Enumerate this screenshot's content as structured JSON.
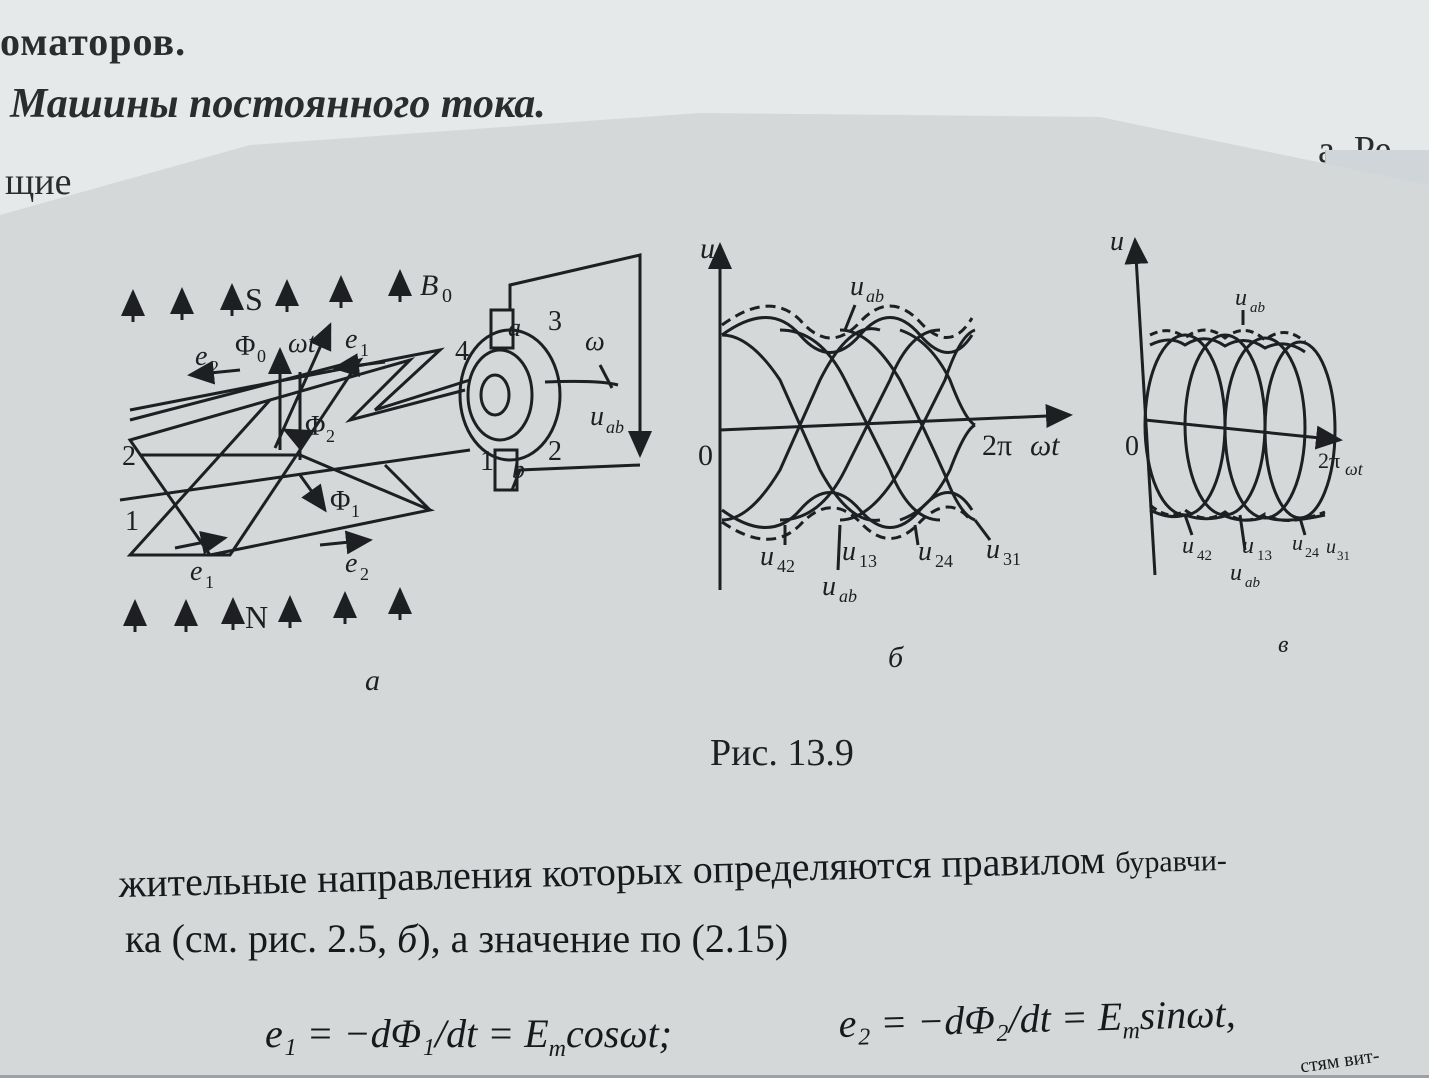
{
  "back_page": {
    "line1": "оматоров.",
    "heading": "Машины постоянного тока.",
    "line3_left": "щие",
    "line3_right": "а. Ре"
  },
  "figure": {
    "caption": "Рис. 13.9",
    "panel_a": {
      "label": "а",
      "S": "S",
      "N": "N",
      "B0": "B",
      "B0_sub": "0",
      "phi0": "Φ",
      "phi0_sub": "0",
      "omega_t": "ωt",
      "e1": "e",
      "e1_sub": "1",
      "e2": "e",
      "e2_sub": "2",
      "phi1": "Φ",
      "phi1_sub": "1",
      "phi2": "Φ",
      "phi2_sub": "2",
      "coil_1": "1",
      "coil_2": "2",
      "comm_1": "1",
      "comm_2": "2",
      "comm_3": "3",
      "comm_4": "4",
      "brush_a": "a",
      "brush_b": "b",
      "omega": "ω",
      "uab": "u",
      "uab_sub": "ab"
    },
    "panel_b": {
      "label": "б",
      "u": "u",
      "zero": "0",
      "two_pi": "2π",
      "wt": "ωt",
      "uab_top": "u",
      "uab_top_sub": "ab",
      "u42": "u",
      "u42_sub": "42",
      "u13": "u",
      "u13_sub": "13",
      "u24": "u",
      "u24_sub": "24",
      "u31": "u",
      "u31_sub": "31",
      "uab_bottom": "u",
      "uab_bottom_sub": "ab"
    },
    "panel_c": {
      "label": "в",
      "u": "u",
      "zero": "0",
      "two_pi": "2π",
      "wt": "ωt",
      "uab_top": "u",
      "uab_top_sub": "ab",
      "u42": "u",
      "u42_sub": "42",
      "u13": "u",
      "u13_sub": "13",
      "u24": "u",
      "u24_sub": "24",
      "u31": "u",
      "u31_sub": "31",
      "uab_bottom": "u",
      "uab_bottom_sub": "ab"
    }
  },
  "text": {
    "line1_a": "жительные направления которых определяются правилом",
    "line1_b": "буравчи-",
    "line2_a": "ка (см. рис. 2.5, ",
    "line2_b": "б",
    "line2_c": "), а значение по (2.15)",
    "formula1": "e₁ = −dΦ₁/dt = E",
    "formula1_sub": "m",
    "formula1_tail": "cosωt;",
    "formula2": "e₂ = −dΦ₂/dt = E",
    "formula2_sub": "m",
    "formula2_tail": "sinωt,",
    "corner": "стям вит-"
  }
}
